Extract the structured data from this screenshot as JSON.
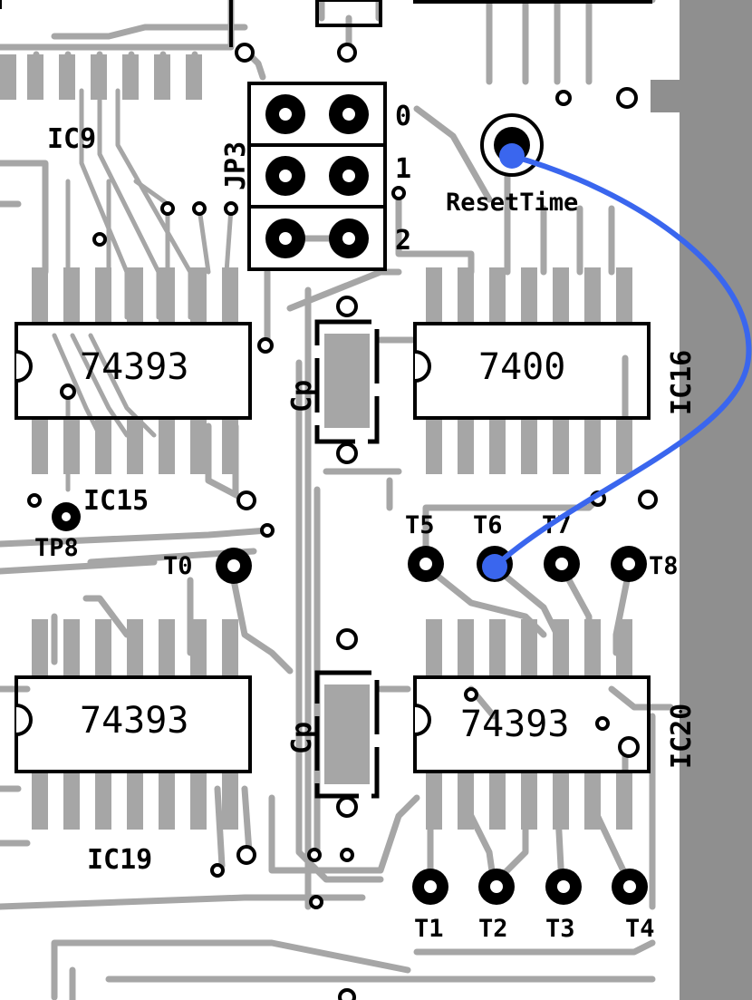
{
  "labels": {
    "ic9": "IC9",
    "jp3": "JP3",
    "jp3_pos0": "0",
    "jp3_pos1": "1",
    "jp3_pos2": "2",
    "reset_time": "ResetTime",
    "ic15": "IC15",
    "tp8": "TP8",
    "ic16": "IC16",
    "ic19": "IC19",
    "ic20": "IC20",
    "cp_upper": "Cp",
    "cp_lower": "Cp"
  },
  "chips": {
    "ic15_part": "74393",
    "ic16_part": "7400",
    "ic19_part": "74393",
    "ic20_part": "74393"
  },
  "test_points": {
    "t0": "T0",
    "t1": "T1",
    "t2": "T2",
    "t3": "T3",
    "t4": "T4",
    "t5": "T5",
    "t6": "T6",
    "t7": "T7",
    "t8": "T8"
  },
  "colors": {
    "trace": "#a6a6a6",
    "silkscreen": "#000000",
    "jumper_wire": "#3a66ee",
    "board_edge": "#8f8f8f"
  }
}
